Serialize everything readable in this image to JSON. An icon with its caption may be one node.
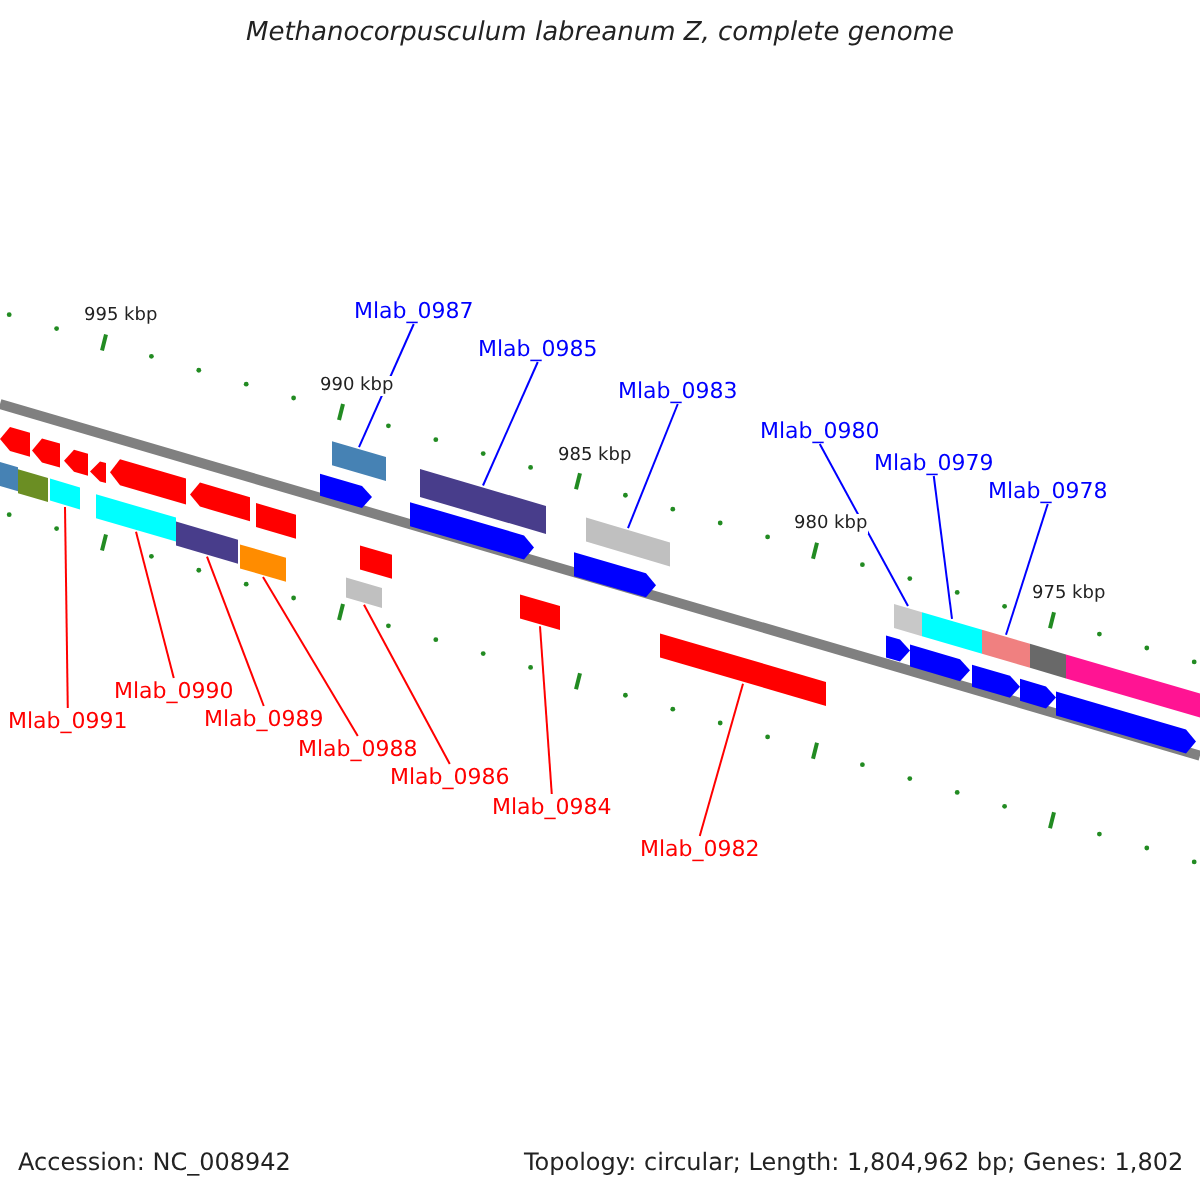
{
  "diagram": {
    "title": "Methanocorpusculum labreanum Z, complete genome",
    "nodes": [
      {
        "text": [
          "Mlab_0987"
        ]
      },
      {
        "text": [
          "Mlab_0985"
        ]
      },
      {
        "text": [
          "Mlab_0983"
        ]
      },
      {
        "text": [
          "Mlab_0980"
        ]
      },
      {
        "text": [
          "Mlab_0979"
        ]
      },
      {
        "text": [
          "Mlab_0978"
        ]
      },
      {
        "text": [
          "Mlab_0991"
        ]
      },
      {
        "text": [
          "Mlab_0990"
        ]
      },
      {
        "text": [
          "Mlab_0989"
        ]
      },
      {
        "text": [
          "Mlab_0988"
        ]
      },
      {
        "text": [
          "Mlab_0986"
        ]
      },
      {
        "text": [
          "Mlab_0984"
        ]
      },
      {
        "text": [
          "Mlab_0982"
        ]
      },
      {
        "text": [],
        "shape": "box"
      },
      {
        "text": [],
        "shape": "box"
      },
      {
        "text": [],
        "shape": "box"
      },
      {
        "text": [],
        "shape": "box"
      },
      {
        "text": [],
        "shape": "box"
      },
      {
        "text": [],
        "shape": "box"
      },
      {
        "text": [],
        "shape": "box"
      },
      {
        "text": [],
        "shape": "box"
      },
      {
        "text": [],
        "shape": "box"
      },
      {
        "text": [],
        "shape": "box"
      },
      {
        "text": [],
        "shape": "box"
      },
      {
        "text": [],
        "shape": "box"
      },
      {
        "text": [],
        "shape": "box"
      },
      {
        "text": [],
        "shape": "box"
      },
      {
        "text": [],
        "shape": "box"
      },
      {
        "text": [],
        "shape": "box"
      },
      {
        "text": [],
        "shape": "box"
      },
      {
        "text": [],
        "shape": "box"
      },
      {
        "text": [],
        "shape": "box"
      },
      {
        "text": [],
        "shape": "box"
      },
      {
        "text": [],
        "shape": "box"
      },
      {
        "text": [],
        "shape": "box"
      },
      {
        "text": [],
        "shape": "box"
      },
      {
        "text": [],
        "shape": "box"
      },
      {
        "text": [],
        "shape": "box"
      },
      {
        "text": [],
        "shape": "box"
      },
      {
        "text": [],
        "shape": "box"
      },
      {
        "text": [],
        "shape": "box"
      },
      {
        "text": [],
        "shape": "box"
      },
      {
        "text": [],
        "shape": "box"
      },
      {
        "text": [],
        "shape": "box"
      },
      {
        "text": [],
        "shape": "box"
      },
      {
        "text": [],
        "shape": "box"
      }
    ],
    "edges": [
      {
        "from": 0,
        "to": 13,
        "arrow": "none",
        "color": "#0000ff"
      },
      {
        "from": 1,
        "to": 14,
        "arrow": "none",
        "color": "#0000ff"
      },
      {
        "from": 2,
        "to": 15,
        "arrow": "none",
        "color": "#0000ff"
      },
      {
        "from": 3,
        "to": 16,
        "arrow": "none",
        "color": "#0000ff"
      },
      {
        "from": 4,
        "to": 17,
        "arrow": "none",
        "color": "#0000ff"
      },
      {
        "from": 5,
        "to": 18,
        "arrow": "none",
        "color": "#0000ff"
      },
      {
        "from": 6,
        "to": 19,
        "arrow": "none"
      },
      {
        "from": 7,
        "to": 20,
        "arrow": "none"
      },
      {
        "from": 8,
        "to": 21,
        "arrow": "none"
      },
      {
        "from": 9,
        "to": 22,
        "arrow": "none"
      },
      {
        "from": 10,
        "to": 23,
        "arrow": "none"
      },
      {
        "from": 11,
        "to": 24,
        "arrow": "none"
      },
      {
        "from": 12,
        "to": 25,
        "arrow": "none"
      }
    ],
    "labels": [
      "995 kbp",
      "990 kbp",
      "985 kbp",
      "980 kbp",
      "975 kbp",
      "Accession: NC_008942",
      "Topology: circular; Length: 1,804,962 bp; Genes: 1,802"
    ]
  }
}
